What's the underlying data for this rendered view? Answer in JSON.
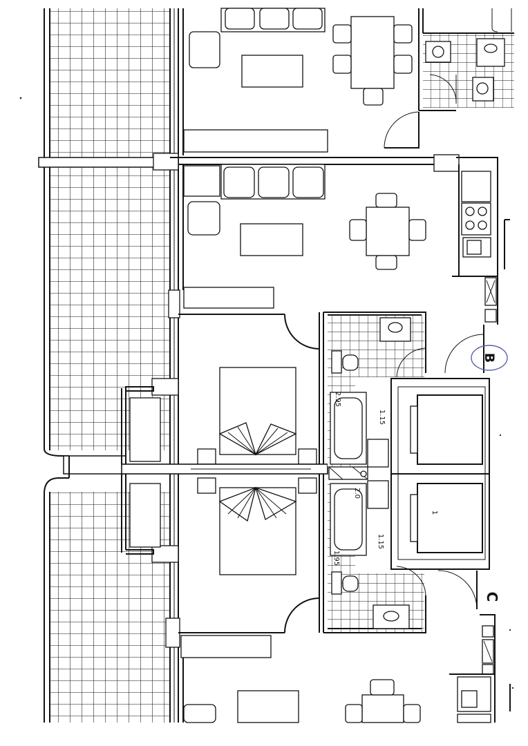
{
  "labels": {
    "unit_b": "B",
    "unit_c": "C",
    "dim_top_1": "2.95",
    "dim_top_2": "1.15",
    "dim_mid": "2.0",
    "dim_bot_1": "1.15",
    "dim_bot_2": "1.95",
    "lift_mark": "1"
  },
  "colors": {
    "ink": "#111111",
    "circle": "#5a62a8",
    "paper": "#ffffff"
  }
}
